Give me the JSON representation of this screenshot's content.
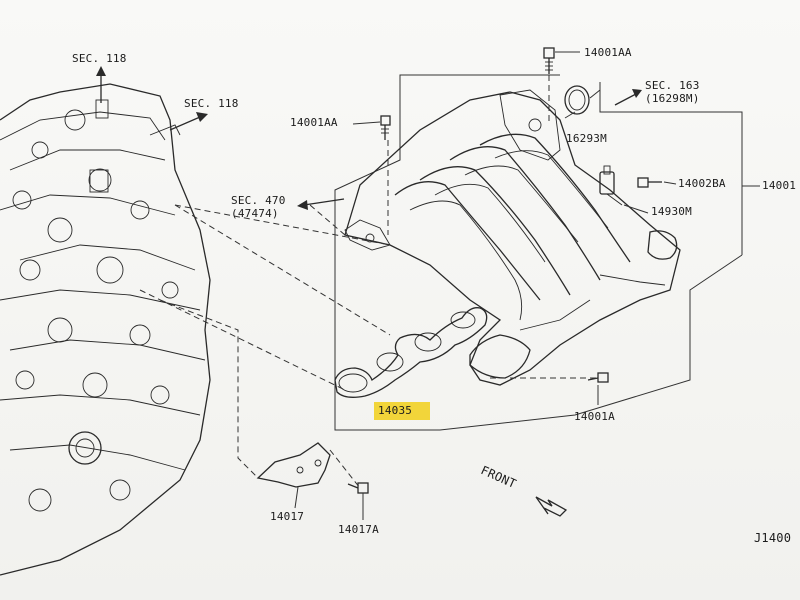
{
  "labels": {
    "sec118_a": "SEC. 118",
    "sec118_b": "SEC. 118",
    "p14001AA_top": "14001AA",
    "p14001AA_left": "14001AA",
    "sec163": "SEC. 163",
    "sec163_ref": "(16298M)",
    "p16293M": "16293M",
    "p14002BA": "14002BA",
    "p14001": "14001",
    "p14930M": "14930M",
    "sec470": "SEC. 470",
    "sec470_ref": "(47474)",
    "p14035": "14035",
    "p14001A": "14001A",
    "p14017": "14017",
    "p14017A": "14017A",
    "front": "FRONT",
    "diagram_id": "J1400"
  },
  "colors": {
    "highlight": "#f2d53a",
    "ink": "#2a2a2a"
  }
}
